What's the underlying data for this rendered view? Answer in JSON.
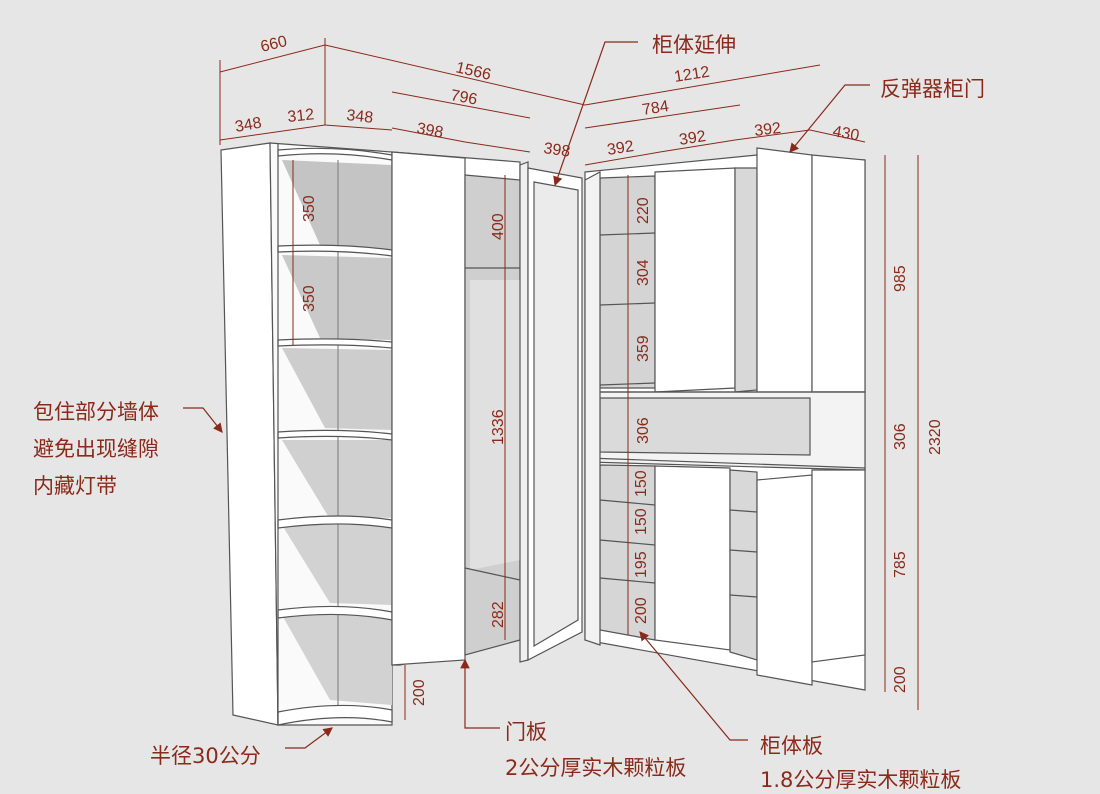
{
  "colors": {
    "dimension": "#8a2a1a",
    "outline": "#555555",
    "panel": "#ffffff",
    "shade": "#bdbdbd",
    "background": "#e6e6e6"
  },
  "top_dims": {
    "d660": "660",
    "d1566": "1566",
    "d1212": "1212",
    "d796": "796",
    "d784": "784",
    "d348a": "348",
    "d312": "312",
    "d348b": "348",
    "d398a": "398",
    "d398b": "398",
    "d392a": "392",
    "d392b": "392",
    "d392c": "392",
    "d430": "430"
  },
  "left_dims": {
    "d350a": "350",
    "d350b": "350"
  },
  "middle_dims": {
    "d400": "400",
    "d1336": "1336",
    "d282": "282",
    "d200": "200"
  },
  "right_unit_dims": {
    "d220": "220",
    "d304": "304",
    "d359": "359",
    "d306": "306",
    "d150a": "150",
    "d150b": "150",
    "d195": "195",
    "d200": "200"
  },
  "side_dims": {
    "d985": "985",
    "d306": "306",
    "d785": "785",
    "d200": "200",
    "d2320": "2320"
  },
  "annotations": {
    "extension": "柜体延伸",
    "rebound_door": "反弹器柜门",
    "wrap_line1": "包住部分墙体",
    "wrap_line2": "避免出现缝隙",
    "wrap_line3": "内藏灯带",
    "radius": "半径30公分",
    "door_panel": "门板",
    "door_panel_spec": "2公分厚实木颗粒板",
    "cabinet_panel": "柜体板",
    "cabinet_panel_spec": "1.8公分厚实木颗粒板"
  }
}
